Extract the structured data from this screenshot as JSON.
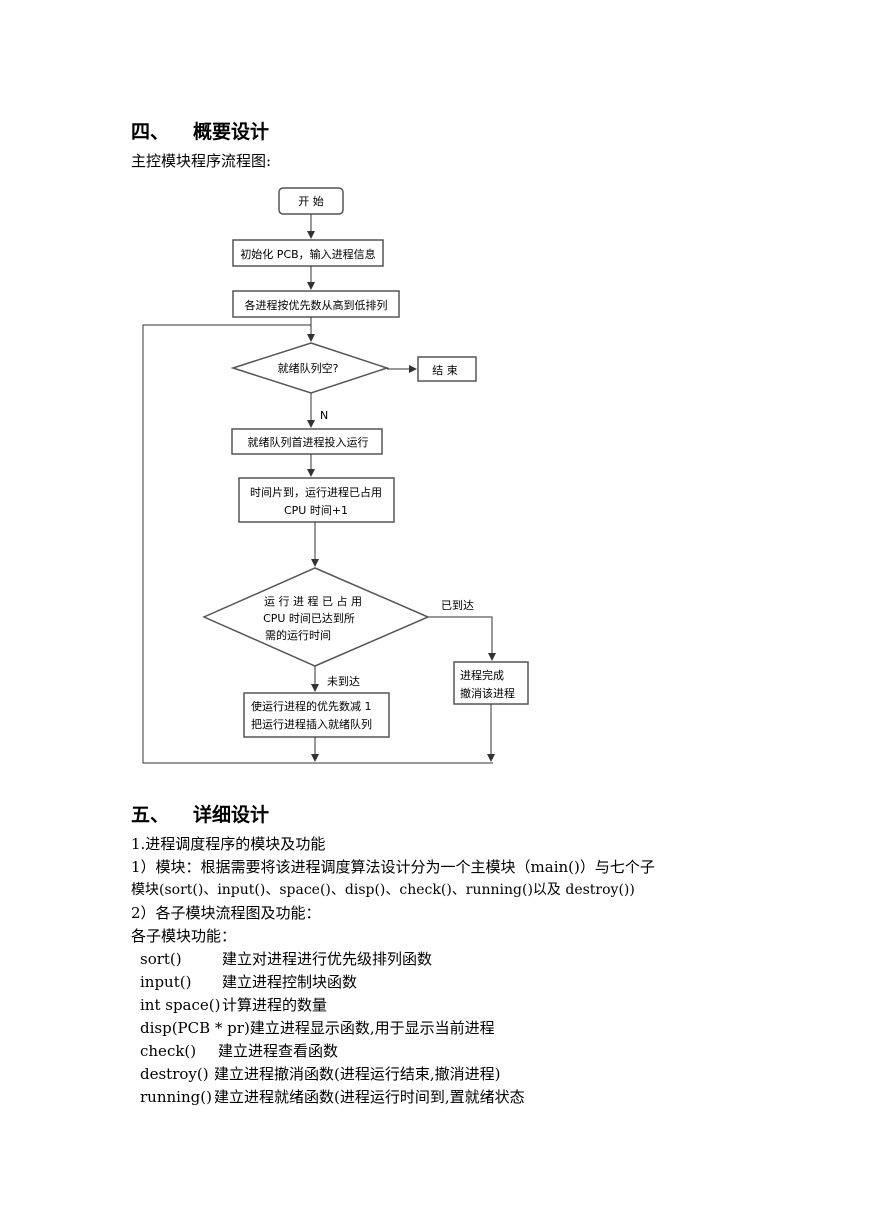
{
  "section4": {
    "num": "四、",
    "title": "概要设计"
  },
  "flow_caption": "主控模块程序流程图:",
  "flowchart": {
    "start": "开 始",
    "init": "初始化 PCB，输入进程信息",
    "sort": "各进程按优先数从高到低排列",
    "decision_empty": "就绪队列空?",
    "end": "结 束",
    "n_label": "N",
    "run_head": "就绪队列首进程投入运行",
    "time_slice_1": "时间片到，运行进程已占用",
    "time_slice_2": "CPU 时间+1",
    "decision_done_1": "运 行 进 程 已 占 用",
    "decision_done_2": "CPU 时间已达到所",
    "decision_done_3": "需的运行时间",
    "reached": "已到达",
    "not_reached": "未到达",
    "finish_1": "进程完成",
    "finish_2": "撤消该进程",
    "decrease_1": "使运行进程的优先数减 1",
    "decrease_2": "把运行进程插入就绪队列"
  },
  "section5": {
    "num": "五、",
    "title": "详细设计"
  },
  "detail": {
    "line1": "1.进程调度程序的模块及功能",
    "line2": "1）模块：根据需要将该进程调度算法设计分为一个主模块（main()）与七个子",
    "line3": "模块(sort()、input()、space()、disp()、check()、running()以及 destroy())",
    "line4": "2）各子模块流程图及功能：",
    "line5": "各子模块功能："
  },
  "functions": [
    {
      "name": "sort()",
      "desc": "建立对进程进行优先级排列函数"
    },
    {
      "name": "input()",
      "desc": "建立进程控制块函数"
    },
    {
      "name": "int space()",
      "desc": "计算进程的数量"
    },
    {
      "name": "disp(PCB * pr)",
      "desc": "建立进程显示函数,用于显示当前进程"
    },
    {
      "name": "check()",
      "desc": "建立进程查看函数"
    },
    {
      "name": "destroy()",
      "desc": "建立进程撤消函数(进程运行结束,撤消进程)"
    },
    {
      "name": "running()",
      "desc": "建立进程就绪函数(进程运行时间到,置就绪状态"
    }
  ]
}
